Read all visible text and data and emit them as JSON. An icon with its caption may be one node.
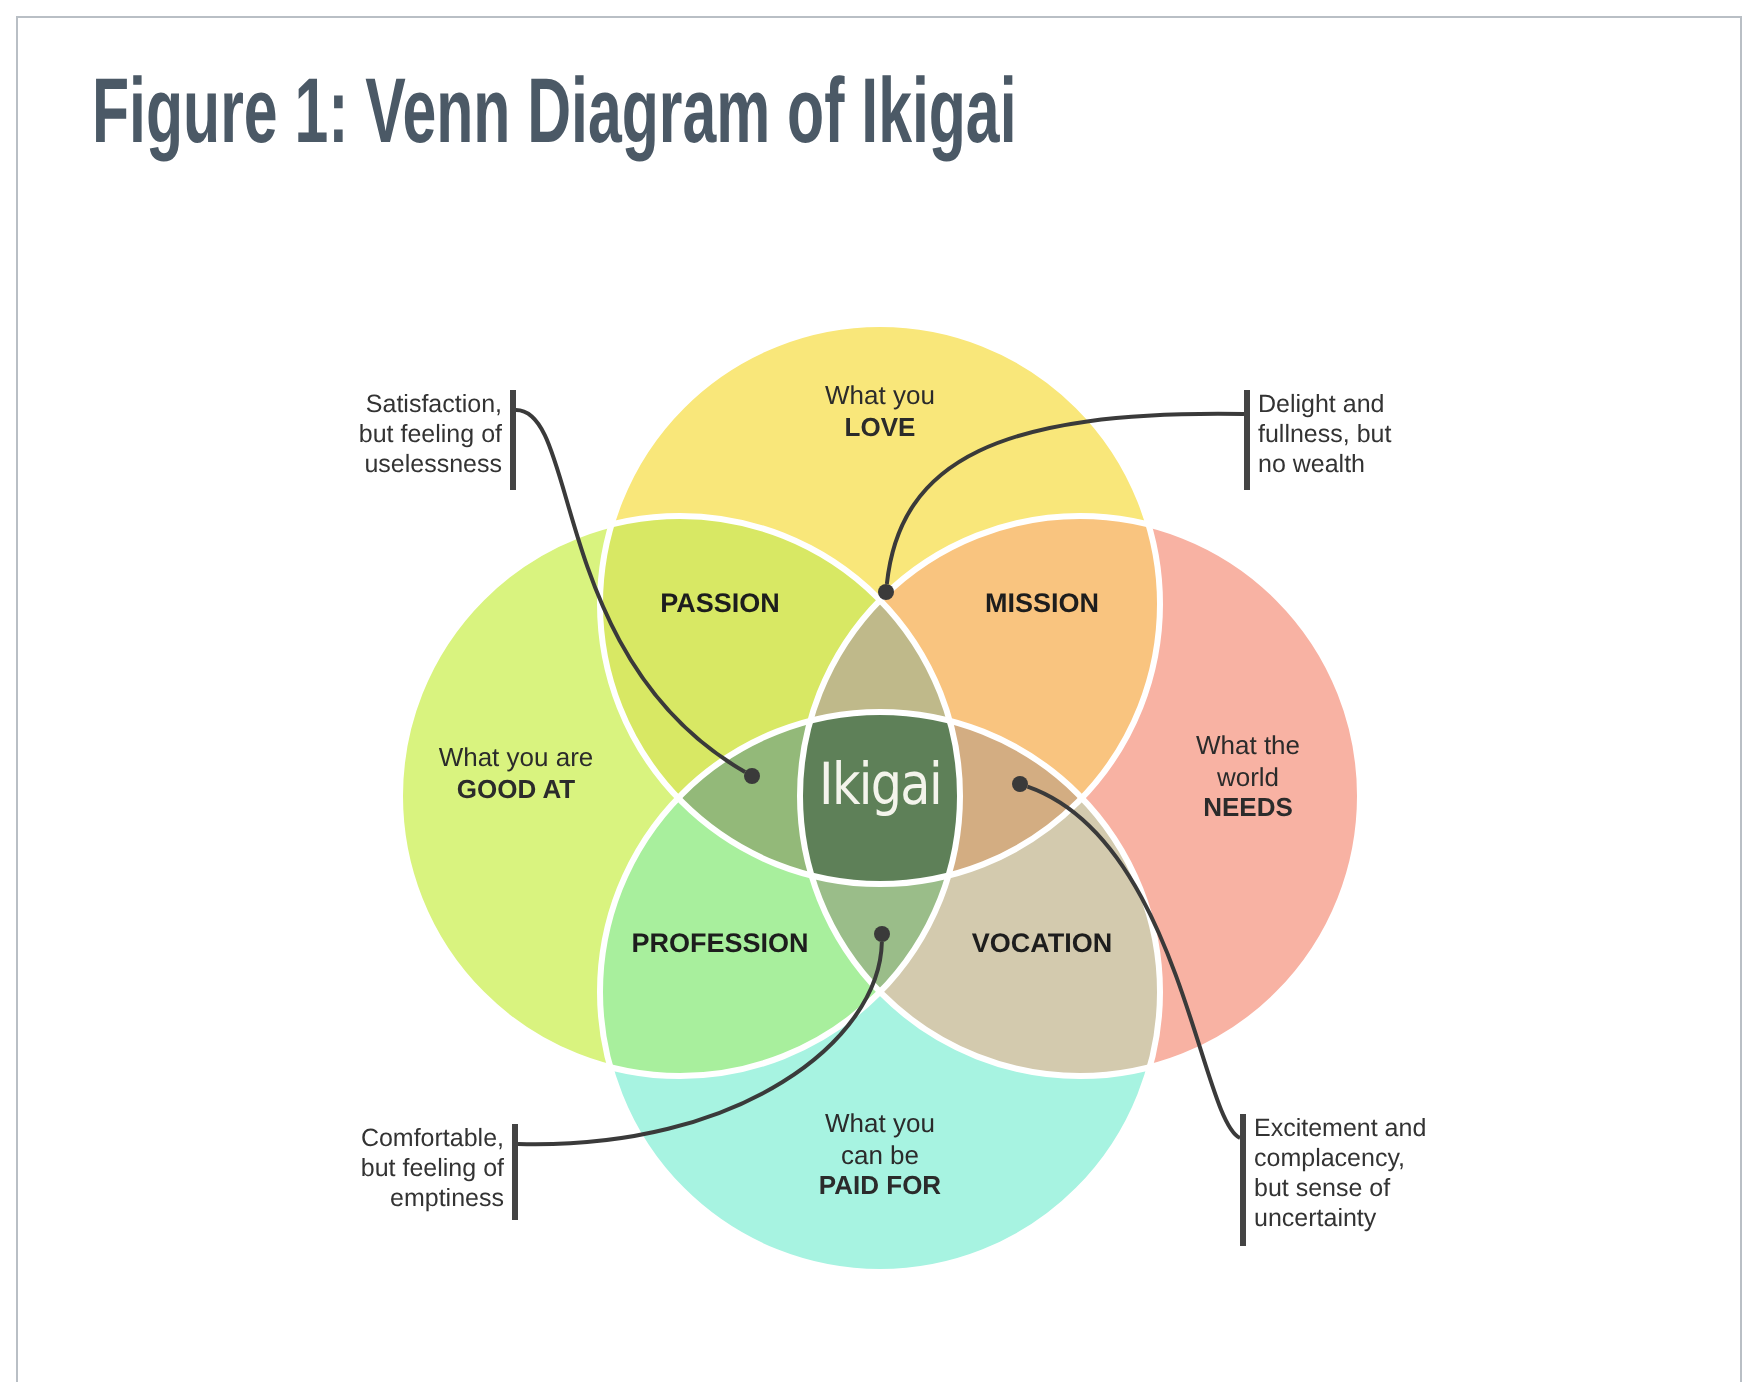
{
  "diagram": {
    "title": "Figure 1: Venn Diagram of Ikigai",
    "nodes": [
      {
        "text": [
          "What you **LOVE**"
        ]
      },
      {
        "text": [
          "What you are **GOOD AT**"
        ]
      },
      {
        "text": [
          "What the world **NEEDS**"
        ]
      },
      {
        "text": [
          "What you can be **PAID FOR**"
        ]
      },
      {
        "text": [
          "PASSION"
        ]
      },
      {
        "text": [
          "MISSION"
        ]
      },
      {
        "text": [
          "PROFESSION"
        ]
      },
      {
        "text": [
          "VOCATION"
        ]
      },
      {
        "text": [
          "Ikigai"
        ]
      },
      {
        "text": [
          "Satisfaction, but feeling of uselessness"
        ]
      },
      {
        "text": [
          "Delight and fullness, but no wealth"
        ]
      },
      {
        "text": [
          "Comfortable, but feeling of emptiness"
        ]
      },
      {
        "text": [
          "Excitement and complacency, but sense of uncertainty"
        ]
      },
      {
        "text": [],
        "shape": "circle"
      },
      {
        "text": [],
        "shape": "circle"
      },
      {
        "text": [],
        "shape": "circle"
      },
      {
        "text": [],
        "shape": "circle"
      }
    ],
    "edges": [
      {
        "from": 9,
        "to": 14,
        "arrow": "none"
      },
      {
        "from": 10,
        "to": 13,
        "arrow": "none"
      },
      {
        "from": 11,
        "to": 16,
        "arrow": "none"
      },
      {
        "from": 12,
        "to": 15,
        "arrow": "none"
      }
    ]
  }
}
